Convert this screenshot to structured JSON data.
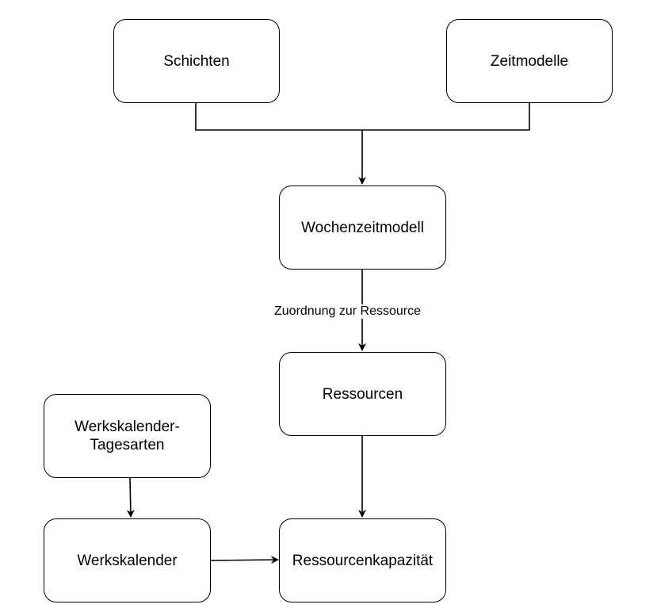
{
  "nodes": {
    "schichten": "Schichten",
    "zeitmodelle": "Zeitmodelle",
    "wochenzeitmodell": "Wochenzeitmodell",
    "ressourcen": "Ressourcen",
    "werkskalender_tagesarten_line1": "Werkskalender-",
    "werkskalender_tagesarten_line2": "Tagesarten",
    "werkskalender": "Werkskalender",
    "ressourcenkapazitaet": "Ressourcenkapazität"
  },
  "edges": {
    "wochenzeitmodell_to_ressourcen_label": "Zuordnung zur Ressource"
  }
}
